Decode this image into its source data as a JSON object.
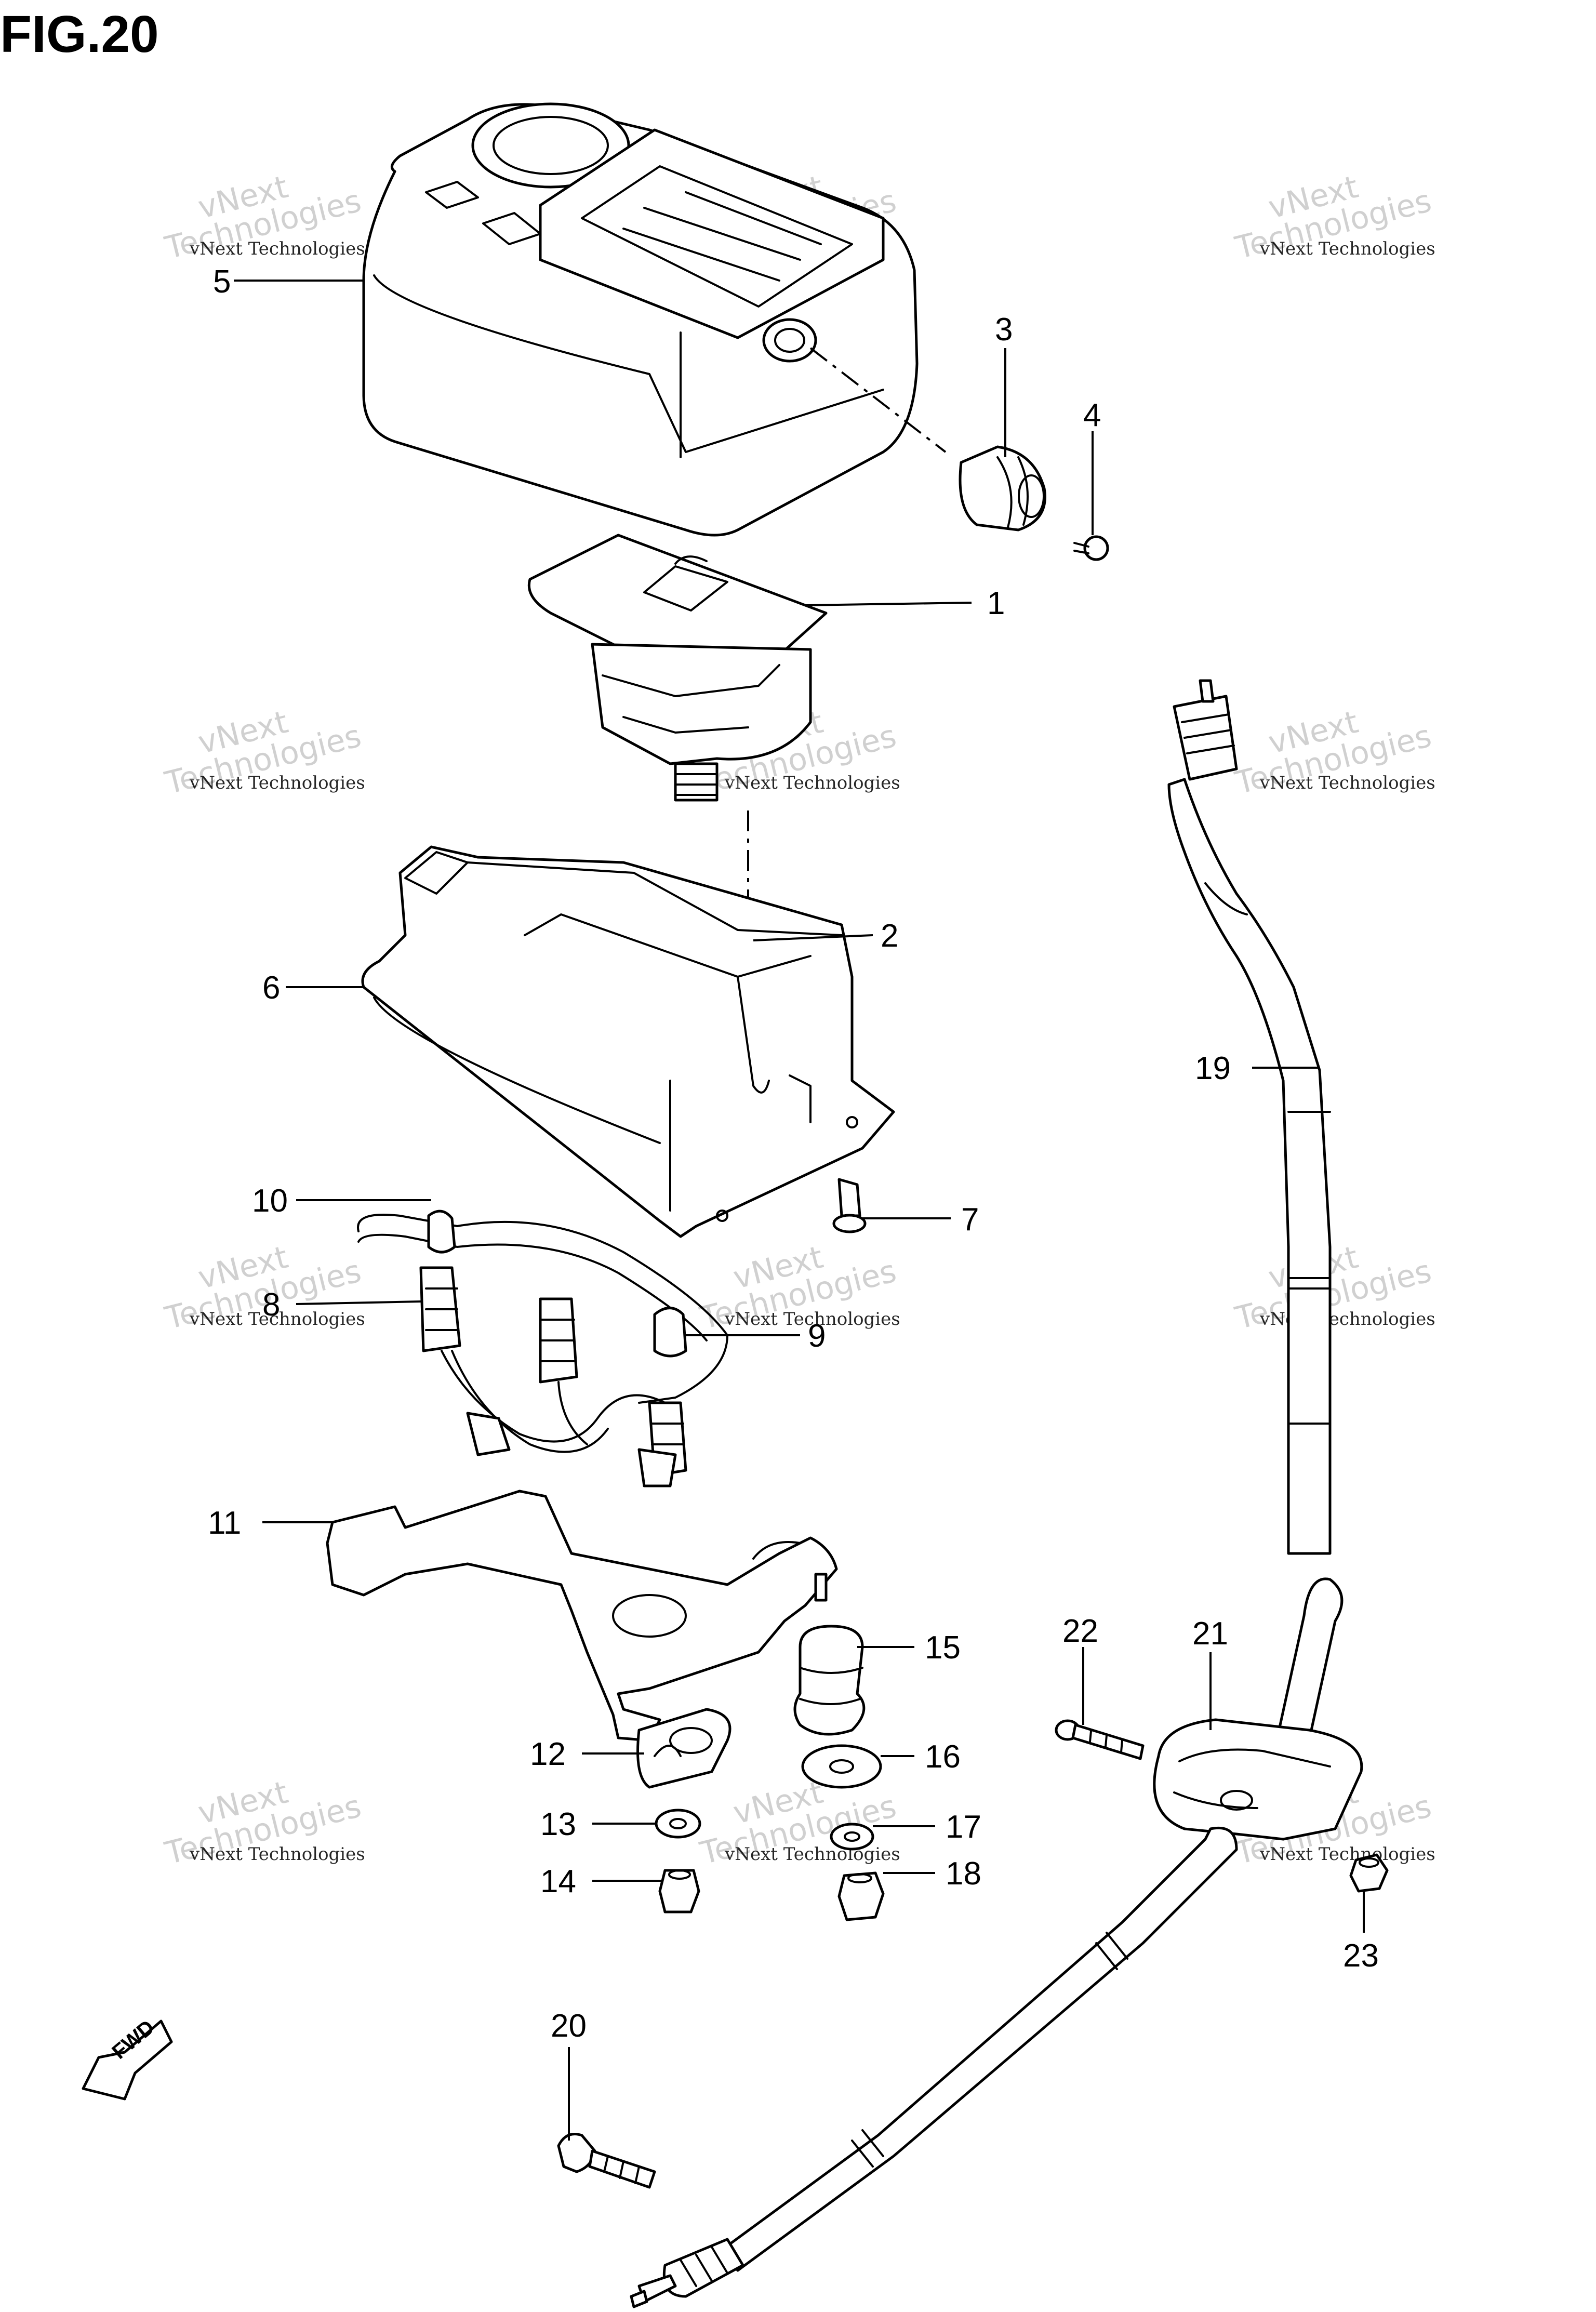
{
  "figure": {
    "title": "FIG.20"
  },
  "watermark": {
    "line1": "vNext",
    "line2": "Technologies",
    "small": "vNext Technologies"
  },
  "fwd_marker": {
    "label": "FWD"
  },
  "callouts": [
    {
      "id": "c1",
      "label": "1"
    },
    {
      "id": "c2",
      "label": "2"
    },
    {
      "id": "c3",
      "label": "3"
    },
    {
      "id": "c4",
      "label": "4"
    },
    {
      "id": "c5",
      "label": "5"
    },
    {
      "id": "c6",
      "label": "6"
    },
    {
      "id": "c7",
      "label": "7"
    },
    {
      "id": "c8",
      "label": "8"
    },
    {
      "id": "c9",
      "label": "9"
    },
    {
      "id": "c10",
      "label": "10"
    },
    {
      "id": "c11",
      "label": "11"
    },
    {
      "id": "c12",
      "label": "12"
    },
    {
      "id": "c13",
      "label": "13"
    },
    {
      "id": "c14",
      "label": "14"
    },
    {
      "id": "c15",
      "label": "15"
    },
    {
      "id": "c16",
      "label": "16"
    },
    {
      "id": "c17",
      "label": "17"
    },
    {
      "id": "c18",
      "label": "18"
    },
    {
      "id": "c19",
      "label": "19"
    },
    {
      "id": "c20",
      "label": "20"
    },
    {
      "id": "c21",
      "label": "21"
    },
    {
      "id": "c22",
      "label": "22"
    },
    {
      "id": "c23",
      "label": "23"
    }
  ]
}
